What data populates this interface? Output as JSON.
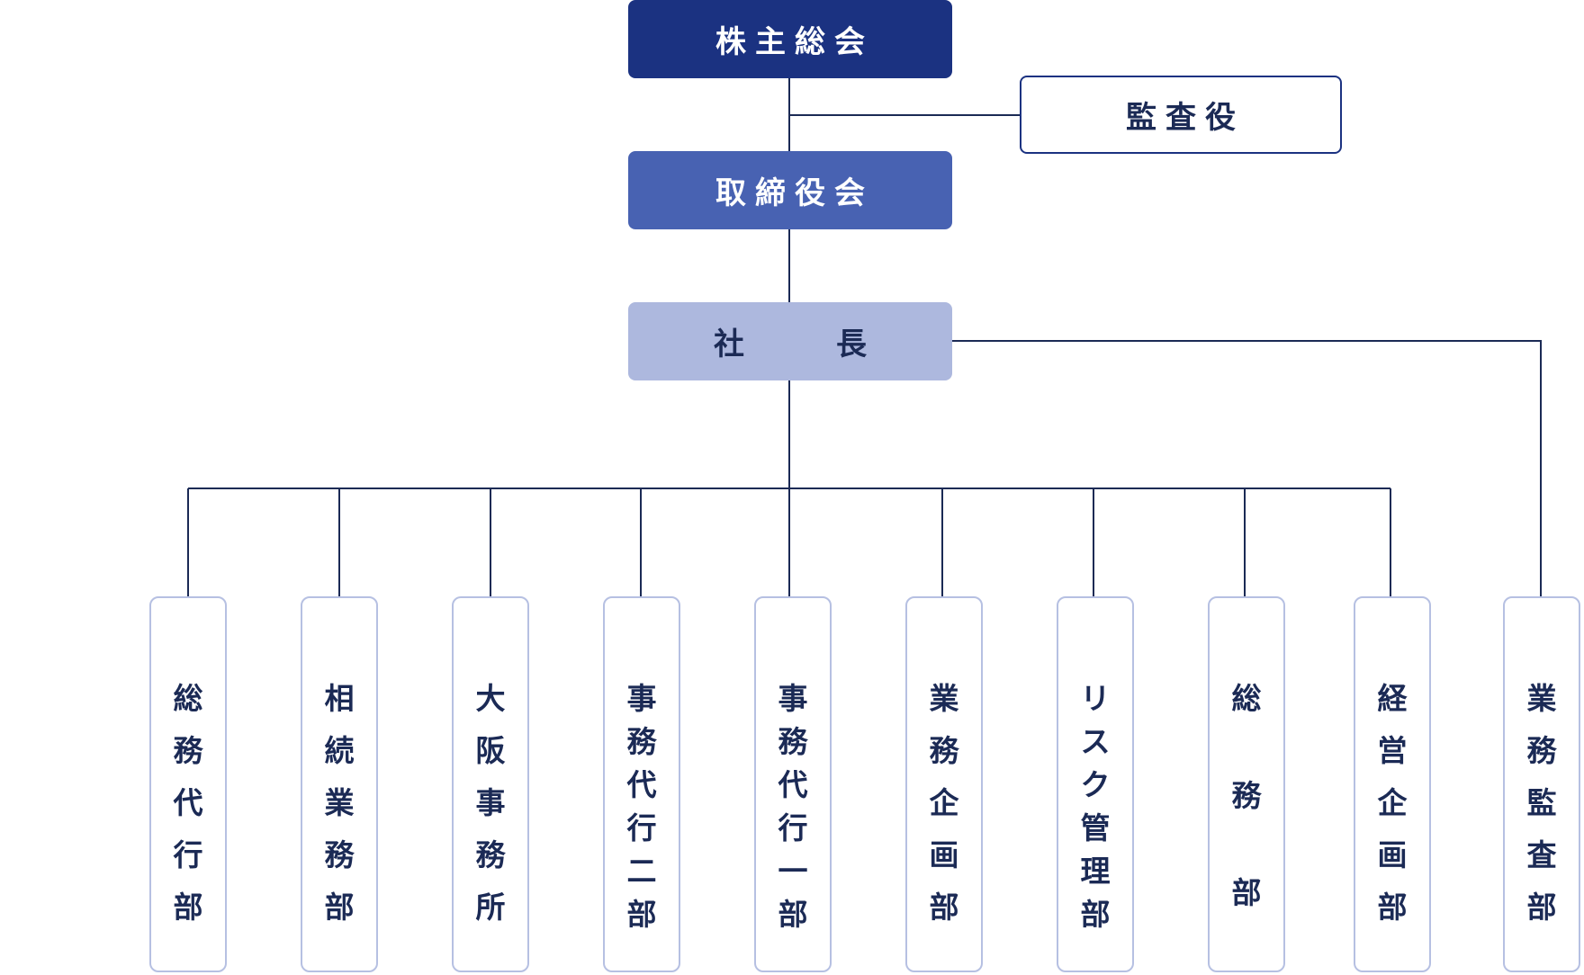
{
  "chart": {
    "shareholders": "株主総会",
    "auditor": "監査役",
    "board": "取締役会",
    "president": [
      "社",
      "長"
    ]
  },
  "departments": [
    [
      "総",
      "務",
      "代",
      "行",
      "部"
    ],
    [
      "相",
      "続",
      "業",
      "務",
      "部"
    ],
    [
      "大",
      "阪",
      "事",
      "務",
      "所"
    ],
    [
      "事",
      "務",
      "代",
      "行",
      "二",
      "部"
    ],
    [
      "事",
      "務",
      "代",
      "行",
      "一",
      "部"
    ],
    [
      "業",
      "務",
      "企",
      "画",
      "部"
    ],
    [
      "リ",
      "ス",
      "ク",
      "管",
      "理",
      "部"
    ],
    [
      "総",
      "",
      "務",
      "",
      "部"
    ],
    [
      "経",
      "営",
      "企",
      "画",
      "部"
    ],
    [
      "業",
      "務",
      "監",
      "査",
      "部"
    ]
  ],
  "colors": {
    "navy": "#1b3281",
    "board_blue": "#4862b2",
    "president_lavender": "#adb8de",
    "dept_border": "#b6c0e2",
    "line": "#1b2a55"
  }
}
